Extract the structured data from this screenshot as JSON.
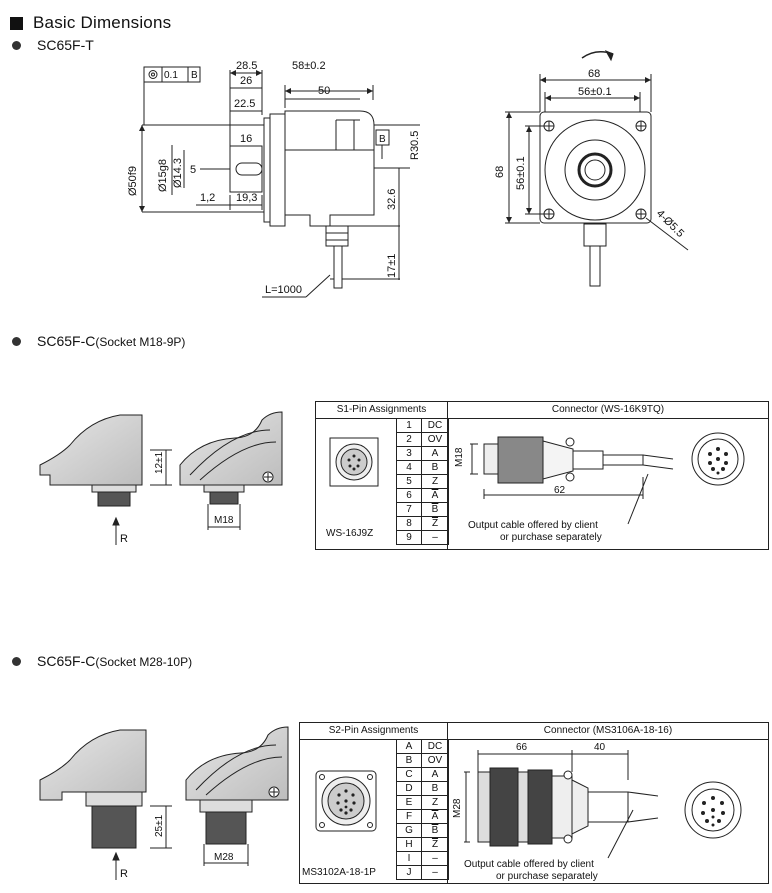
{
  "page_title": "Basic Dimensions",
  "sections": {
    "sc65f_t": {
      "label": "SC65F-T",
      "dims": {
        "tol_box_value": "0.1",
        "tol_box_ref": "B",
        "datum": "B",
        "d28_5": "28.5",
        "d26": "26",
        "d58": "58±0.2",
        "d50": "50",
        "d22_5": "22.5",
        "d16": "16",
        "r30_5": "R30.5",
        "d_o50": "Ø50f9",
        "d_o15": "Ø15g8",
        "d_o14": "Ø14.3",
        "d5": "5",
        "d1_2": "1,2",
        "d19_3": "19,3",
        "d32_6": "32.6",
        "d17": "17±1",
        "cable": "L=1000",
        "d68_top": "68",
        "d56_top": "56±0.1",
        "d68_side": "68",
        "d56_side": "56±0.1",
        "holes": "4-Ø5.5"
      }
    },
    "sc65f_c_m18": {
      "label": "SC65F-C",
      "socket": "(Socket  M18-9P)",
      "dims": {
        "d12": "12±1",
        "m18": "M18",
        "r": "R"
      },
      "pin_header": "S1-Pin Assignments",
      "connector_header": "Connector (WS-16K9TQ)",
      "socket_name": "WS-16J9Z",
      "conn_m18": "M18",
      "conn_62": "62",
      "note_line1": "Output cable offered by client",
      "note_line2": "or purchase separately",
      "pins": [
        {
          "n": "1",
          "s": "DC",
          "o": false
        },
        {
          "n": "2",
          "s": "OV",
          "o": false
        },
        {
          "n": "3",
          "s": "A",
          "o": false
        },
        {
          "n": "4",
          "s": "B",
          "o": false
        },
        {
          "n": "5",
          "s": "Z",
          "o": false
        },
        {
          "n": "6",
          "s": "A",
          "o": true
        },
        {
          "n": "7",
          "s": "B",
          "o": true
        },
        {
          "n": "8",
          "s": "Z",
          "o": true
        },
        {
          "n": "9",
          "s": "–",
          "o": false
        }
      ]
    },
    "sc65f_c_m28": {
      "label": "SC65F-C",
      "socket": "(Socket  M28-10P)",
      "dims": {
        "d25": "25±1",
        "m28": "M28",
        "r": "R"
      },
      "pin_header": "S2-Pin Assignments",
      "connector_header": "Connector (MS3106A-18-16)",
      "socket_name": "MS3102A-18-1P",
      "conn_m28": "M28",
      "conn_66": "66",
      "conn_40": "40",
      "note_line1": "Output cable offered by client",
      "note_line2": "or purchase separately",
      "pins": [
        {
          "n": "A",
          "s": "DC",
          "o": false
        },
        {
          "n": "B",
          "s": "OV",
          "o": false
        },
        {
          "n": "C",
          "s": "A",
          "o": false
        },
        {
          "n": "D",
          "s": "B",
          "o": false
        },
        {
          "n": "E",
          "s": "Z",
          "o": false
        },
        {
          "n": "F",
          "s": "A",
          "o": true
        },
        {
          "n": "G",
          "s": "B",
          "o": true
        },
        {
          "n": "H",
          "s": "Z",
          "o": true
        },
        {
          "n": "I",
          "s": "–",
          "o": false
        },
        {
          "n": "J",
          "s": "–",
          "o": false
        }
      ]
    }
  }
}
